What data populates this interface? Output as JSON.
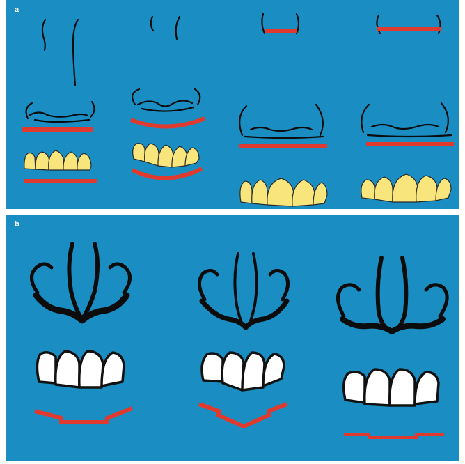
{
  "panels": {
    "a": {
      "label": "a"
    },
    "b": {
      "label": "b"
    }
  },
  "colors": {
    "background": "#1a8ec3",
    "reference_line": "#e03a2e",
    "teeth_a": "#f8e57c",
    "teeth_b": "#ffffff",
    "outline": "#0c0c0c",
    "divider": "#ffffff"
  },
  "icons": {
    "nose": "nose-outline-drawing",
    "teeth": "anterior-teeth-drawing"
  }
}
